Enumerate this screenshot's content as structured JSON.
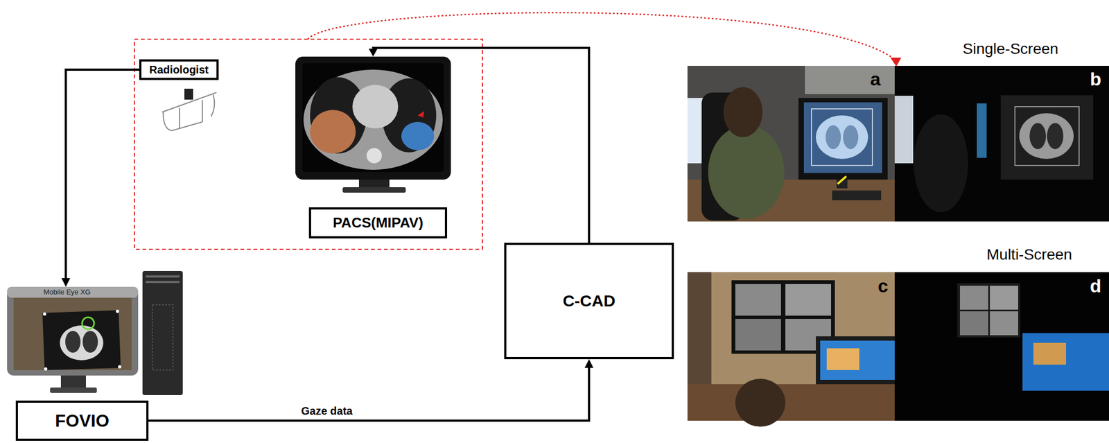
{
  "diagram": {
    "nodes": [
      {
        "text": [
          "Radiologist"
        ]
      },
      {
        "text": [
          "PACS(MIPAV)"
        ]
      },
      {
        "text": [
          "C-CAD"
        ]
      },
      {
        "text": [
          "FOVIO"
        ]
      }
    ],
    "edges": [
      {
        "from": 0,
        "to": 3,
        "arrow": "to"
      },
      {
        "from": 3,
        "to": 2,
        "label": "Gaze data",
        "arrow": "to"
      },
      {
        "from": 2,
        "to": 1,
        "arrow": "to"
      }
    ],
    "labels": [
      "Mobile Eye XG",
      "Single-Screen",
      "Multi-Screen",
      "a",
      "b",
      "c",
      "d"
    ]
  }
}
